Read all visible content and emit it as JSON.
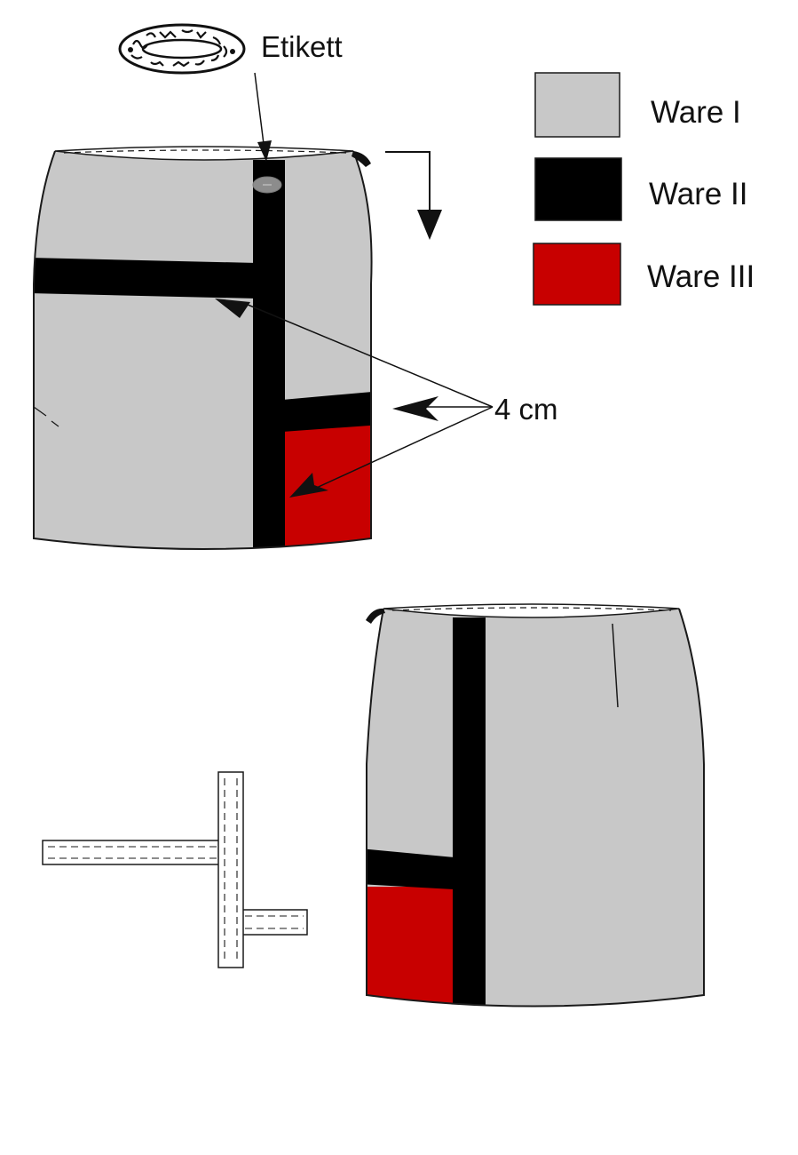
{
  "labels": {
    "etikett": "Etikett",
    "measure": "4 cm"
  },
  "legend": [
    {
      "label": "Ware I",
      "color": "#c8c8c8"
    },
    {
      "label": "Ware II",
      "color": "#000000"
    },
    {
      "label": "Ware III",
      "color": "#c80000"
    }
  ],
  "colors": {
    "fabric_1": "#c8c8c8",
    "fabric_2": "#000000",
    "fabric_3": "#c80000",
    "outline": "#1a1a1a",
    "label_tag": "#8c8c8c"
  }
}
